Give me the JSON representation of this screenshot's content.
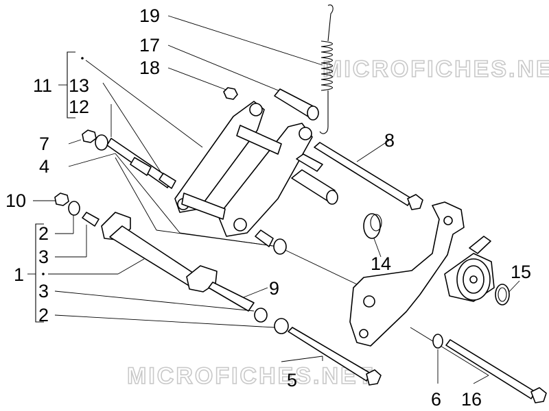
{
  "diagram": {
    "callouts": {
      "c1": "1",
      "c2a": "2",
      "c2b": "2",
      "c3a": "3",
      "c3b": "3",
      "c4": "4",
      "c5": "5",
      "c6": "6",
      "c7": "7",
      "c8": "8",
      "c9": "9",
      "c10": "10",
      "c11": "11",
      "c12": "12",
      "c13": "13",
      "c14": "14",
      "c15": "15",
      "c16": "16",
      "c17": "17",
      "c18": "18",
      "c19": "19"
    },
    "watermarks": {
      "top": "MICROFICHES.NET",
      "bottom": "MICROFICHES.NET"
    },
    "line_color": "#000000",
    "watermark_color": "#c8c8c8"
  }
}
